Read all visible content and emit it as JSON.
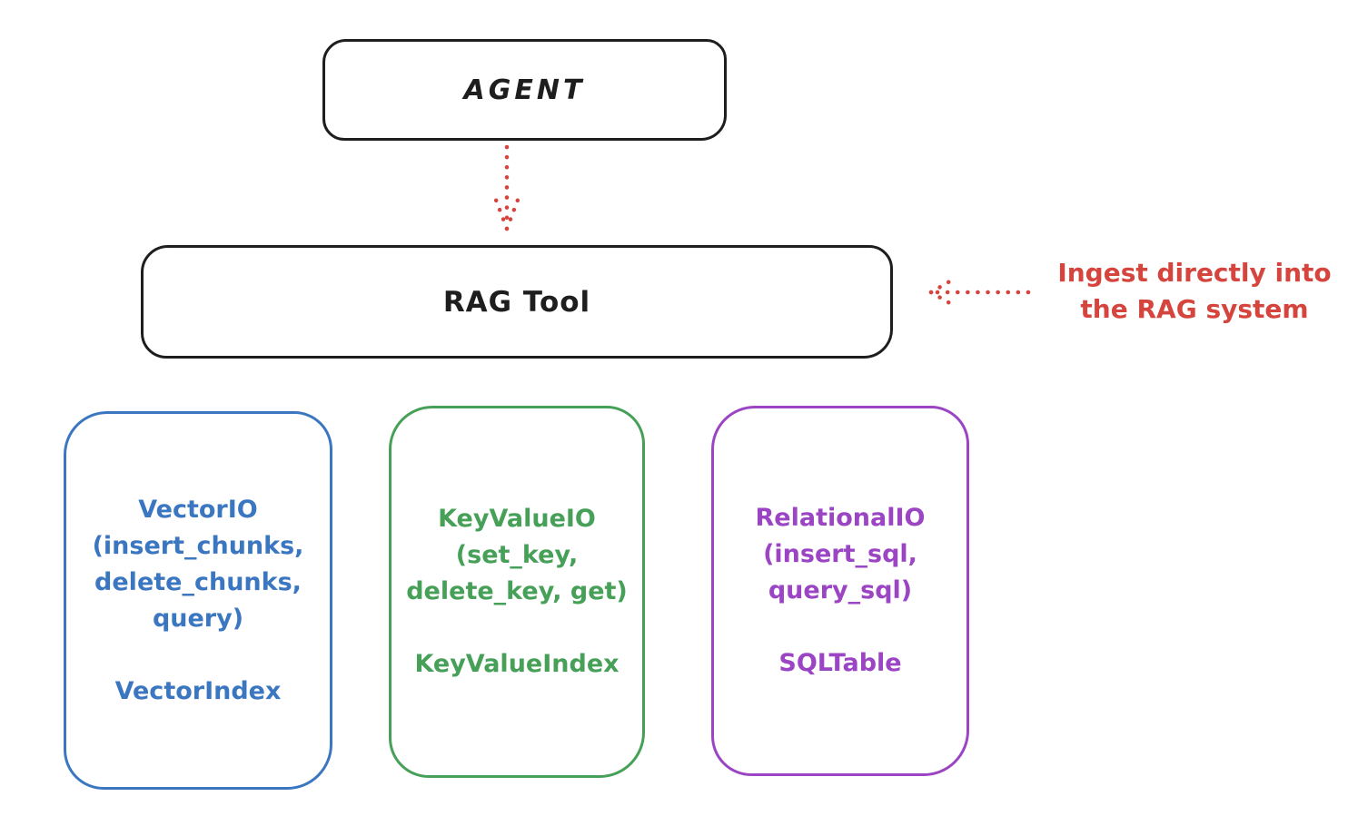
{
  "canvas": {
    "background": "#ffffff"
  },
  "colors": {
    "stroke_dark": "#1e1e1e",
    "red": "#d5443d",
    "blue": "#3b76c1",
    "green": "#46a058",
    "purple": "#9b44c4"
  },
  "agent_node": {
    "label": "AGENT"
  },
  "rag_node": {
    "label": "RAG Tool"
  },
  "agent_to_rag_arrow": {
    "style": "dotted",
    "direction": "down"
  },
  "ingest_annotation": {
    "line1": "Ingest directly into",
    "line2": "the RAG system",
    "arrow_style": "dotted",
    "arrow_direction": "left"
  },
  "storage_nodes": [
    {
      "title": "VectorIO",
      "api_line1": "(insert_chunks,",
      "api_line2": "delete_chunks,",
      "api_line3": "query)",
      "index_label": "VectorIndex",
      "color": "#3b76c1"
    },
    {
      "title": "KeyValueIO",
      "api_line1": "(set_key,",
      "api_line2": "delete_key, get)",
      "api_line3": "",
      "index_label": "KeyValueIndex",
      "color": "#46a058"
    },
    {
      "title": "RelationalIO",
      "api_line1": "(insert_sql,",
      "api_line2": "query_sql)",
      "api_line3": "",
      "index_label": "SQLTable",
      "color": "#9b44c4"
    }
  ]
}
